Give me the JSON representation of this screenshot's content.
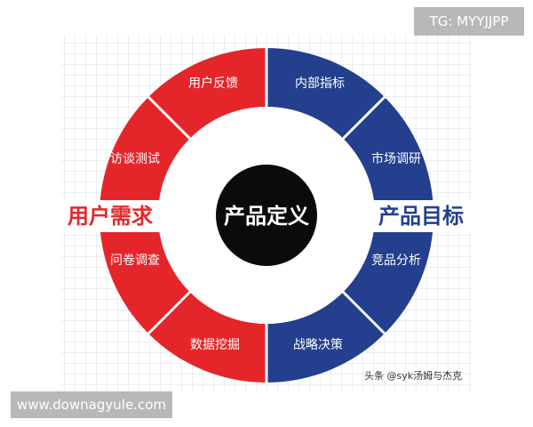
{
  "top_badge": "TG: MYYJJPP",
  "bottom_badge": "www.downagyule.com",
  "center_label": "产品定义",
  "left_label": "用户需求",
  "right_label": "产品目标",
  "left_items": [
    "用户反馈",
    "访谈测试",
    "问卷调查",
    "数据挖掘"
  ],
  "right_items": [
    "内部指标",
    "市场调研",
    "竞品分析",
    "战略决策"
  ],
  "watermark": "头条 @syk汤姆与杰克",
  "colors": {
    "left_ring": "#e4262a",
    "right_ring": "#233f8e",
    "center": "#0b0b0b",
    "grid": "#d7dce3",
    "separator": "#ffffff"
  }
}
